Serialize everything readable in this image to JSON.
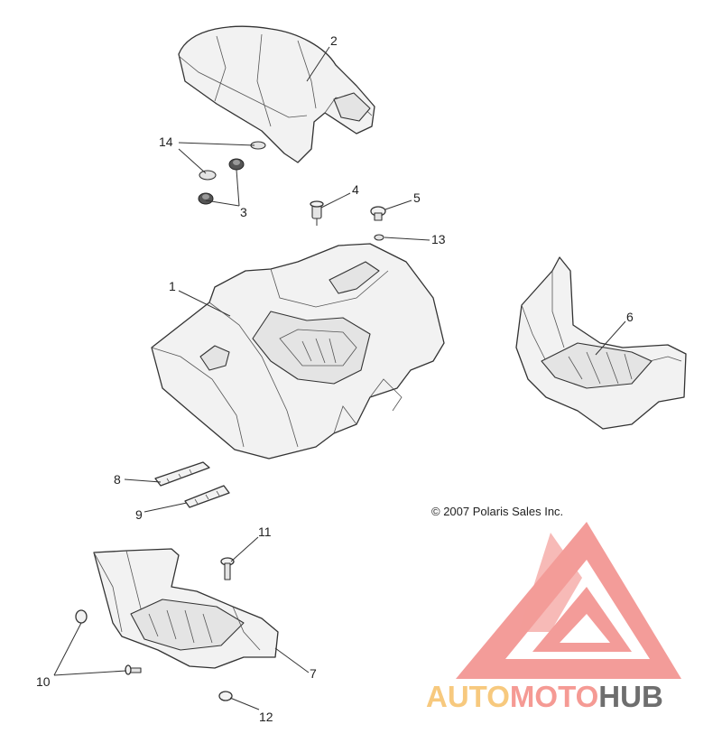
{
  "copyright": "© 2007 Polaris Sales Inc.",
  "part_labels": [
    "1",
    "2",
    "3",
    "4",
    "5",
    "6",
    "7",
    "8",
    "9",
    "10",
    "11",
    "12",
    "13",
    "14"
  ],
  "watermark": {
    "part1": "AUTO",
    "part2": "MOTO",
    "part3": "HUB",
    "color_auto": "#f7c97e",
    "color_moto": "#f59a94",
    "color_hub": "#6e6e6e",
    "logo_color": "#f28b88"
  }
}
